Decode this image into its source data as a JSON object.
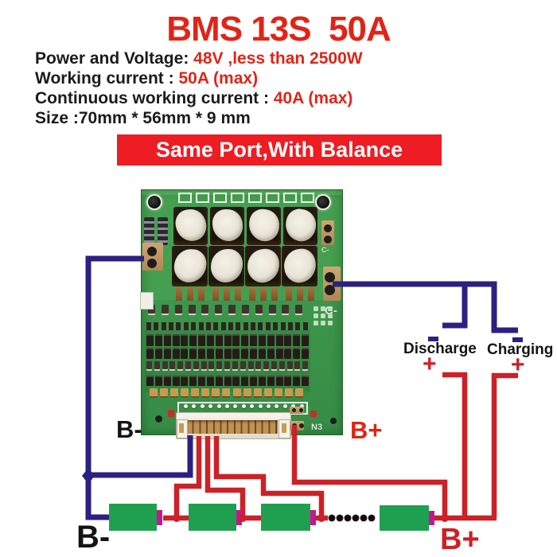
{
  "header": {
    "title": "BMS 13S  50A",
    "specs": [
      {
        "label": "Power and Voltage: ",
        "value": "48V ,less than 2500W"
      },
      {
        "label": "Working current : ",
        "value": "50A (max)"
      },
      {
        "label": "Continuous working current : ",
        "value": "40A (max)"
      },
      {
        "label": "Size :70mm * 56mm * 9 mm",
        "value": ""
      }
    ],
    "banner": "Same Port,With Balance"
  },
  "board_silk": {
    "n3": "N3",
    "c_large": "C-",
    "c_small": "C-"
  },
  "diagram": {
    "board_negative": "B-",
    "board_positive": "B+",
    "discharge": {
      "label": "Discharge",
      "plus": "+"
    },
    "charging": {
      "label": "Charging",
      "plus": "+"
    },
    "pack_negative": "B-",
    "pack_positive": "B+"
  },
  "colors": {
    "title_red": "#e02417",
    "spec_red": "#e02417",
    "text_black": "#1b1b1b",
    "banner_bg": "#ee1c23",
    "banner_text": "#ffffff",
    "wire_navy": "#2b2180",
    "wire_red": "#cb2127",
    "battery_green": "#1fa050",
    "terminal_magenta": "#c2188f"
  }
}
